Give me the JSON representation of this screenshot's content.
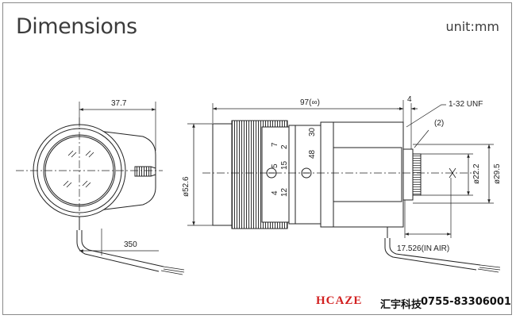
{
  "title": "Dimensions",
  "unit": "unit:mm",
  "dims": {
    "d37": "37.7",
    "d52": "ø52.6",
    "d350": "350",
    "d97": "97(∞)",
    "d4": "4",
    "thread": "1-32 UNF",
    "note2": "(2)",
    "d22": "ø22.2",
    "d29": "ø29.5",
    "flange": "17.526(IN AIR)"
  },
  "scale_marks": {
    "iris": [
      "7",
      "5",
      "4",
      "2",
      "15",
      "12"
    ],
    "focus": [
      "30",
      "48"
    ]
  },
  "footer": {
    "brand": "HCAZE",
    "company": "汇宇科技",
    "phone": "0755-83306001"
  }
}
